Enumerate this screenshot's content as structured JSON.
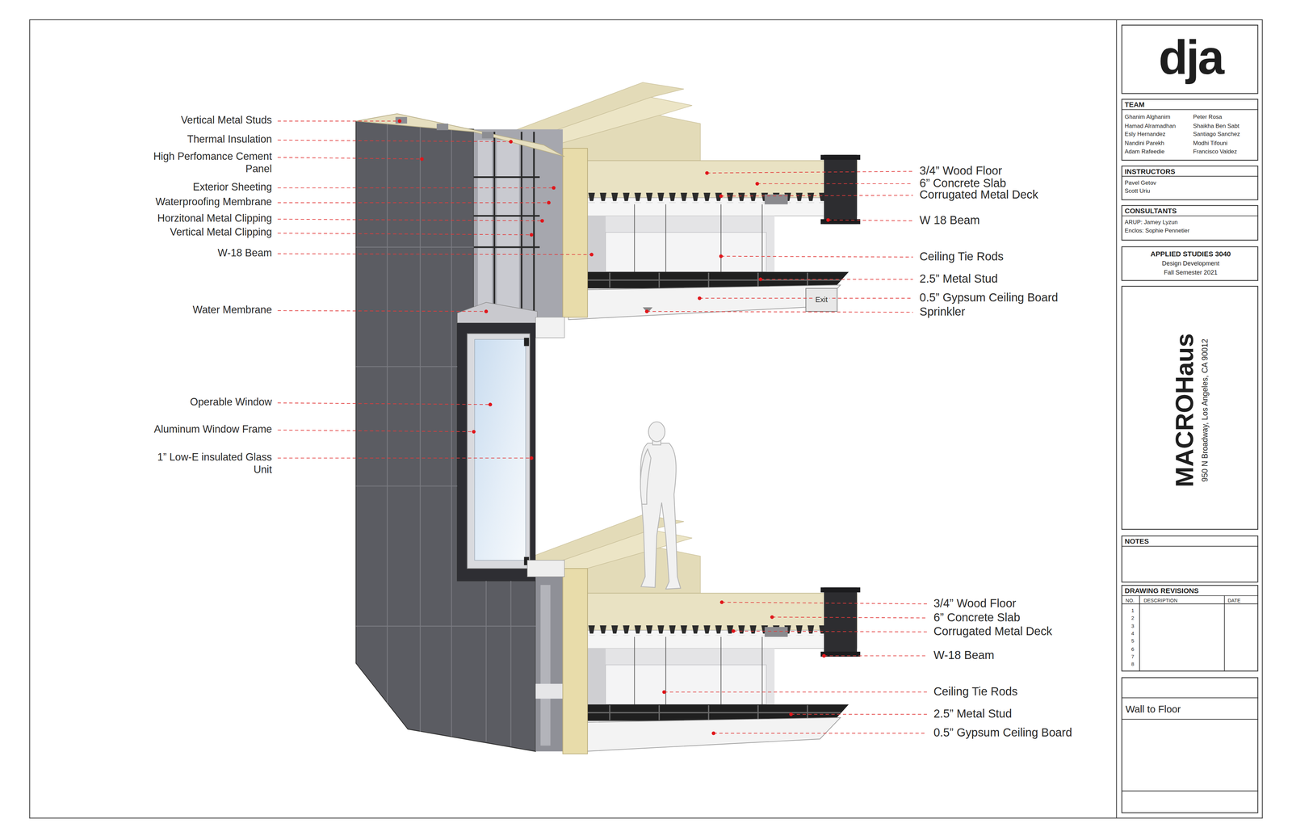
{
  "diagram": {
    "nodes": [
      {
        "text": [
          "dja"
        ]
      },
      {
        "text": [
          "TEAM",
          "Ghanim Alghanim",
          "Hamad Alramadhan",
          "Esly Hernandez",
          "Nandini Parekh",
          "Adam Rafeedie",
          "Peter Rosa",
          "Shaikha Ben Sabt",
          "Santiago Sanchez",
          "Modhi Tifouni",
          "Francisco Valdez"
        ]
      },
      {
        "text": [
          "INSTRUCTORS",
          "Pavel Getov",
          "Scott Uriu"
        ]
      },
      {
        "text": [
          "CONSULTANTS",
          "ARUP: Jamey Lyzun",
          "Enclos: Sophie Pennetier"
        ]
      },
      {
        "text": [
          "APPLIED STUDIES 3040",
          "Design Development",
          "Fall Semester 2021"
        ]
      },
      {
        "text": [
          "MACROHaus",
          "950 N Broadway, Los Angeles, CA 90012"
        ]
      },
      {
        "text": [
          "NOTES"
        ]
      },
      {
        "text": [
          "DRAWING REVISIONS",
          "NO.",
          "DESCRIPTION",
          "DATE",
          "1",
          "2",
          "3",
          "4",
          "5",
          "6",
          "7",
          "8"
        ]
      },
      {
        "text": [
          "Wall to Floor"
        ]
      }
    ],
    "labels": [
      "Vertical Metal Studs",
      "Thermal Insulation",
      "High Perfomance Cement Panel",
      "Exterior Sheeting",
      "Waterproofing Membrane",
      "Horzitonal Metal Clipping",
      "Vertical Metal Clipping",
      "W-18 Beam",
      "Water Membrane",
      "Operable Window",
      "Aluminum Window Frame",
      "1” Low-E insulated Glass Unit",
      "3/4” Wood Floor",
      "6” Concrete Slab",
      "Corrugated Metal Deck",
      "W 18 Beam",
      "Ceiling Tie Rods",
      "2.5” Metal Stud",
      "0.5” Gypsum Ceiling Board",
      "Sprinkler",
      "Exit",
      "3/4” Wood Floor",
      "6” Concrete Slab",
      "Corrugated Metal Deck",
      "W-18 Beam",
      "Ceiling Tie Rods",
      "2.5” Metal Stud",
      "0.5” Gypsum Ceiling Board"
    ]
  }
}
